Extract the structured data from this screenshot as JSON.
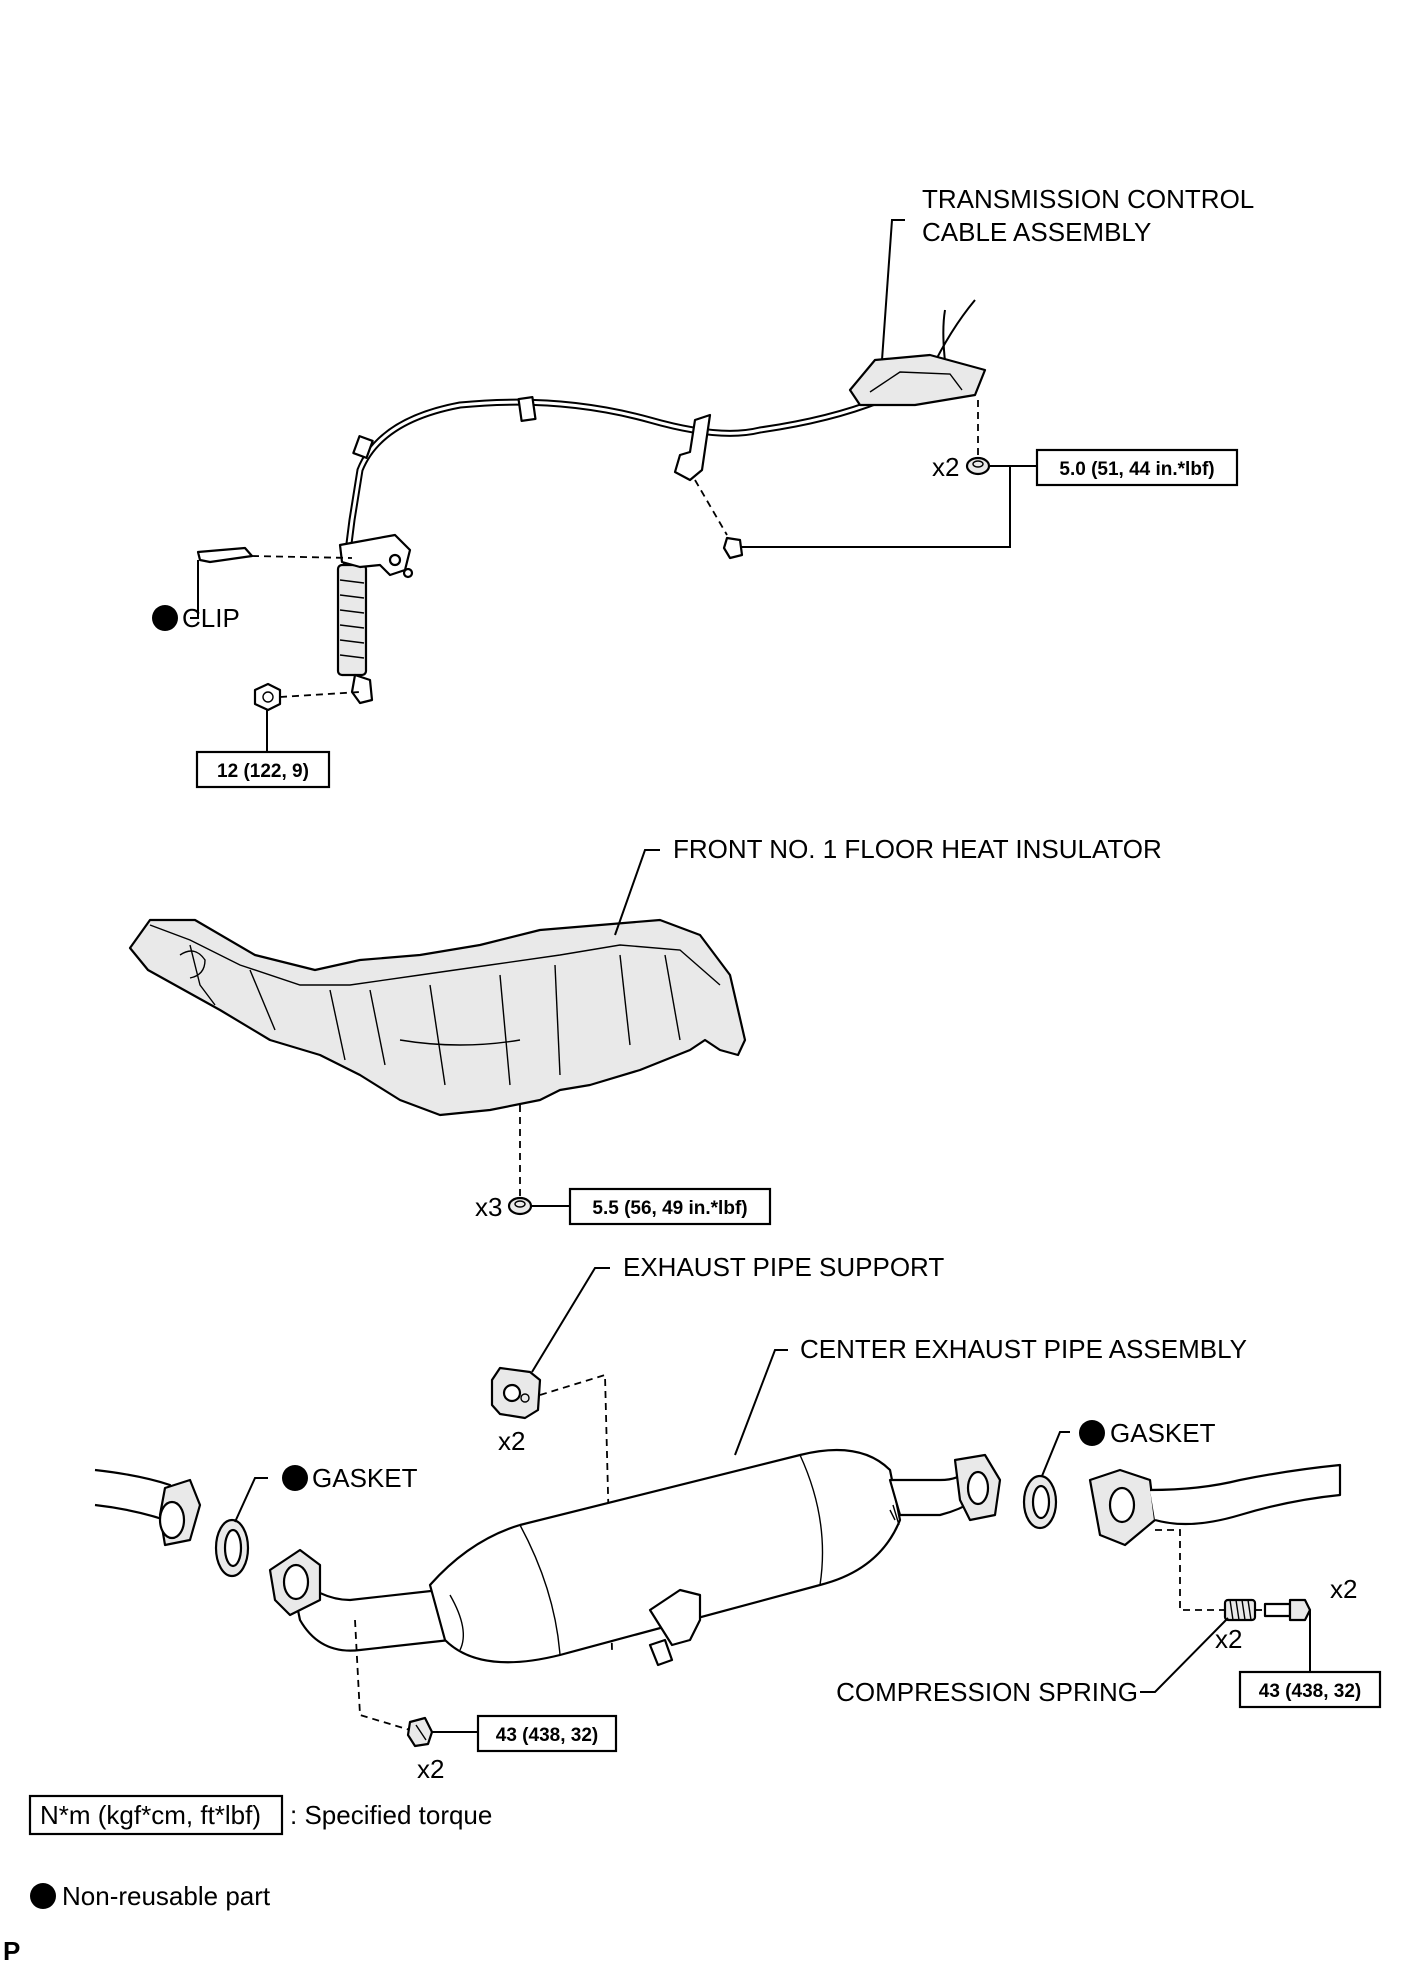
{
  "labels": {
    "transmission_cable_line1": "TRANSMISSION CONTROL",
    "transmission_cable_line2": "CABLE ASSEMBLY",
    "clip": "CLIP",
    "heat_insulator": "FRONT NO. 1 FLOOR HEAT INSULATOR",
    "exhaust_pipe_support": "EXHAUST PIPE SUPPORT",
    "center_exhaust_pipe": "CENTER EXHAUST PIPE ASSEMBLY",
    "gasket_left": "GASKET",
    "gasket_right": "GASKET",
    "compression_spring": "COMPRESSION SPRING"
  },
  "quantities": {
    "cable_nuts": "x2",
    "insulator_nuts": "x3",
    "support": "x2",
    "left_bolts": "x2",
    "spring": "x2",
    "right_bolts": "x2"
  },
  "torques": {
    "cable_bracket": "5.0 (51, 44 in.*lbf)",
    "cable_end_nut": "12 (122, 9)",
    "insulator": "5.5 (56, 49 in.*lbf)",
    "exhaust_front": "43 (438, 32)",
    "exhaust_rear": "43 (438, 32)"
  },
  "legend": {
    "torque_box": "N*m (kgf*cm, ft*lbf)",
    "torque_desc": ": Specified torque",
    "non_reusable": "Non-reusable part",
    "corner_code": "P"
  },
  "icons": {
    "non_reusable_marker": "filled-circle-icon"
  }
}
